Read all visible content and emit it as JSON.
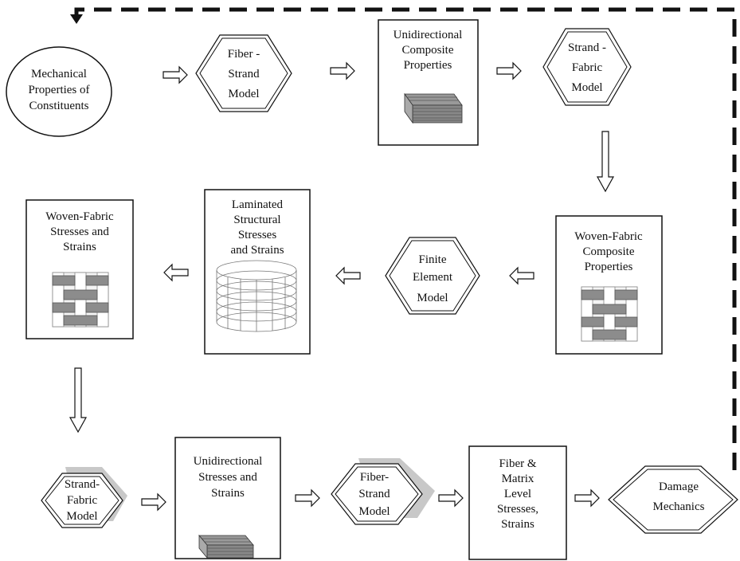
{
  "nodes": {
    "mech": {
      "lines": [
        "Mechanical",
        "Properties of",
        "Constituents"
      ]
    },
    "fs1": {
      "lines": [
        "Fiber -",
        "Strand",
        "Model"
      ]
    },
    "udp": {
      "lines": [
        "Unidirectional",
        "Composite",
        "Properties"
      ]
    },
    "sf1": {
      "lines": [
        "Strand -",
        "Fabric",
        "Model"
      ]
    },
    "wfss": {
      "lines": [
        "Woven-Fabric",
        "Stresses and",
        "Strains"
      ]
    },
    "lss": {
      "lines": [
        "Laminated",
        "Structural",
        "Stresses",
        "and Strains"
      ]
    },
    "fem": {
      "lines": [
        "Finite",
        "Element",
        "Model"
      ]
    },
    "wfcp": {
      "lines": [
        "Woven-Fabric",
        "Composite",
        "Properties"
      ]
    },
    "sf2": {
      "lines": [
        "Strand-",
        "Fabric",
        "Model"
      ]
    },
    "uss": {
      "lines": [
        "Unidirectional",
        "Stresses and",
        "Strains"
      ]
    },
    "fs2": {
      "lines": [
        "Fiber-",
        "Strand",
        "Model"
      ]
    },
    "fml": {
      "lines": [
        "Fiber &",
        "Matrix",
        "Level",
        "Stresses,",
        "Strains"
      ]
    },
    "dm": {
      "lines": [
        "Damage",
        "Mechanics"
      ]
    }
  },
  "colors": {
    "stroke": "#111111",
    "shadow": "#c8c8c8",
    "texture": "#777777"
  }
}
